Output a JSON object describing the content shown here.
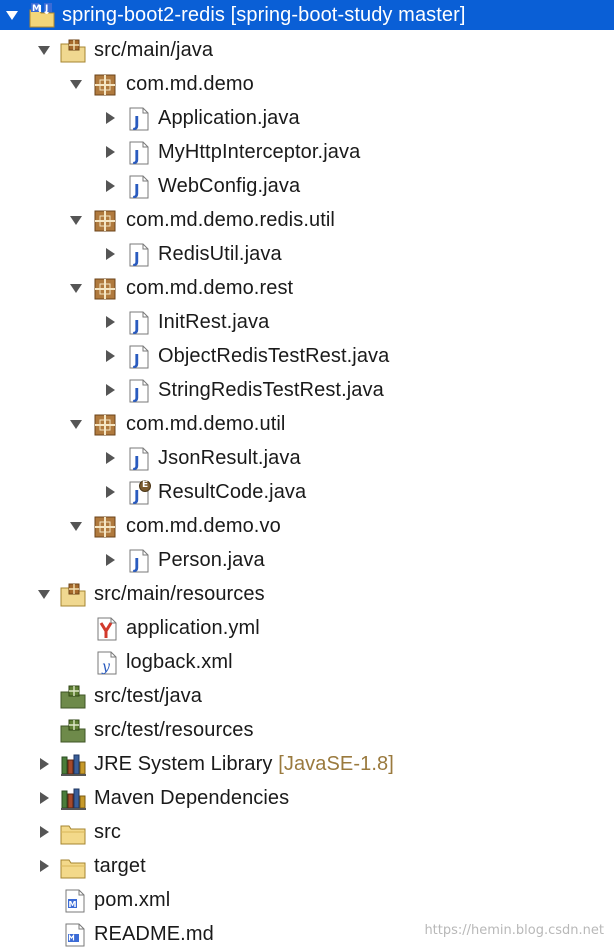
{
  "tree": {
    "project": {
      "label": "spring-boot2-redis [spring-boot-study master]"
    },
    "src_main_java": {
      "label": "src/main/java"
    },
    "pkg_demo": {
      "label": "com.md.demo"
    },
    "file_application": {
      "label": "Application.java"
    },
    "file_interceptor": {
      "label": "MyHttpInterceptor.java"
    },
    "file_webconfig": {
      "label": "WebConfig.java"
    },
    "pkg_redis_util": {
      "label": "com.md.demo.redis.util"
    },
    "file_redisutil": {
      "label": "RedisUtil.java"
    },
    "pkg_rest": {
      "label": "com.md.demo.rest"
    },
    "file_initrest": {
      "label": "InitRest.java"
    },
    "file_objectredis": {
      "label": "ObjectRedisTestRest.java"
    },
    "file_stringredis": {
      "label": "StringRedisTestRest.java"
    },
    "pkg_util": {
      "label": "com.md.demo.util"
    },
    "file_jsonresult": {
      "label": "JsonResult.java"
    },
    "file_resultcode": {
      "label": "ResultCode.java",
      "badge": "E"
    },
    "pkg_vo": {
      "label": "com.md.demo.vo"
    },
    "file_person": {
      "label": "Person.java"
    },
    "src_main_resources": {
      "label": "src/main/resources"
    },
    "file_application_yml": {
      "label": "application.yml"
    },
    "file_logback": {
      "label": "logback.xml"
    },
    "src_test_java": {
      "label": "src/test/java"
    },
    "src_test_resources": {
      "label": "src/test/resources"
    },
    "jre_library": {
      "label": "JRE System Library",
      "decoration": "[JavaSE-1.8]"
    },
    "maven_deps": {
      "label": "Maven Dependencies"
    },
    "folder_src": {
      "label": "src"
    },
    "folder_target": {
      "label": "target"
    },
    "file_pom": {
      "label": "pom.xml"
    },
    "file_readme": {
      "label": "README.md"
    }
  },
  "watermark": "https://hemin.blog.csdn.net",
  "colors": {
    "selection": "#0a5fd6",
    "package": "#8b5a2b",
    "java_file": "#2a5bbf",
    "decoration": "#9a7a3e",
    "yaml_red": "#d23a2c"
  }
}
